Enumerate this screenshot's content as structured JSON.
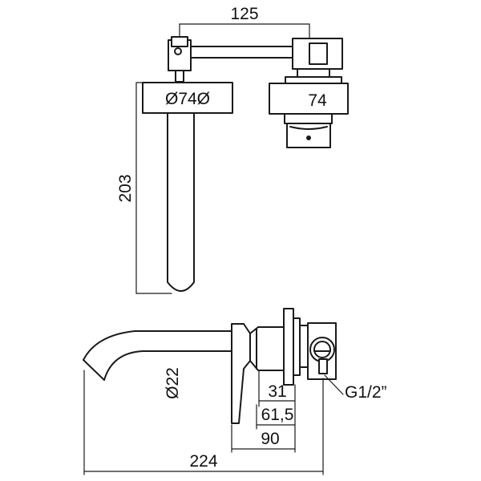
{
  "dimensions": {
    "spout_reach_top": "125",
    "spout_rosette_dia": "Ø74Ø",
    "handle_rosette": "74",
    "spout_length": "203",
    "spout_dia": "Ø22",
    "body_depth_1": "31",
    "body_depth_2": "61,5",
    "body_depth_3": "90",
    "overall_length": "224",
    "thread_size": "G1/2”"
  }
}
